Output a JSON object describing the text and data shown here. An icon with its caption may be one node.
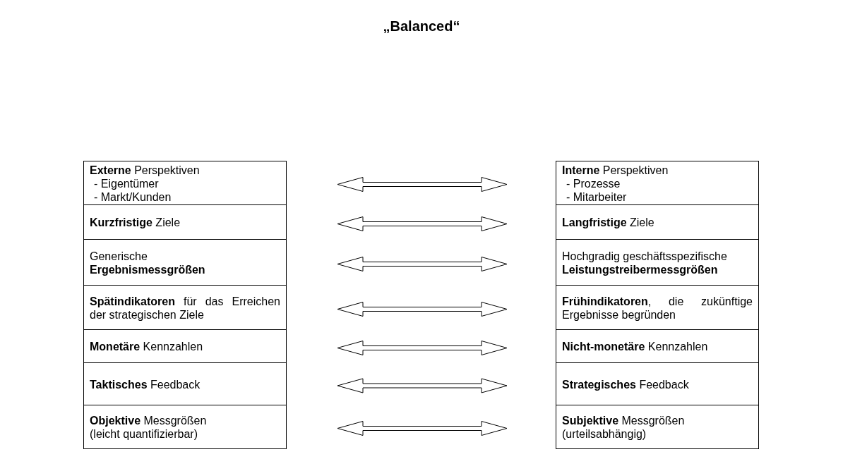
{
  "diagram": {
    "title": "„Balanced“",
    "nodes": [
      {
        "text": [
          "**Externe** Perspektiven",
          "- Eigentümer",
          "- Markt/Kunden"
        ]
      },
      {
        "text": [
          "**Kurzfristige** Ziele"
        ]
      },
      {
        "text": [
          "Generische",
          "**Ergebnismessgrößen**"
        ]
      },
      {
        "text": [
          "**Spätindikatoren** für das Erreichen der strategischen Ziele"
        ]
      },
      {
        "text": [
          "**Monetäre** Kennzahlen"
        ]
      },
      {
        "text": [
          "**Taktisches** Feedback"
        ]
      },
      {
        "text": [
          "**Objektive** Messgrößen",
          "(leicht quantifizierbar)"
        ]
      },
      {
        "text": [
          "**Interne** Perspektiven",
          "- Prozesse",
          "- Mitarbeiter"
        ]
      },
      {
        "text": [
          "**Langfristige** Ziele"
        ]
      },
      {
        "text": [
          "Hochgradig geschäftsspezifische",
          "**Leistungstreibermessgrößen**"
        ]
      },
      {
        "text": [
          "**Frühindikatoren**, die zukünftige Ergebnisse begründen"
        ]
      },
      {
        "text": [
          "**Nicht-monetäre** Kennzahlen"
        ]
      },
      {
        "text": [
          "**Strategisches** Feedback"
        ]
      },
      {
        "text": [
          "**Subjektive** Messgrößen",
          "(urteilsabhängig)"
        ]
      }
    ],
    "edges": [
      {
        "from": 0,
        "to": 7,
        "arrow": "both"
      },
      {
        "from": 1,
        "to": 8,
        "arrow": "both"
      },
      {
        "from": 2,
        "to": 9,
        "arrow": "both"
      },
      {
        "from": 3,
        "to": 10,
        "arrow": "both"
      },
      {
        "from": 4,
        "to": 11,
        "arrow": "both"
      },
      {
        "from": 5,
        "to": 12,
        "arrow": "both"
      },
      {
        "from": 6,
        "to": 13,
        "arrow": "both"
      }
    ]
  }
}
